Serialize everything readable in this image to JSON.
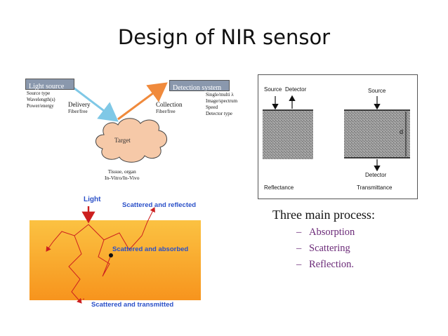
{
  "title": "Design of NIR sensor",
  "system_diagram": {
    "light_source": {
      "label": "Light source",
      "specs": [
        "Source type",
        "Wavelength(s)",
        "Power/energy"
      ]
    },
    "delivery": {
      "label": "Delivery",
      "sub": "Fiber/free"
    },
    "collection": {
      "label": "Collection",
      "sub": "Fiber/free"
    },
    "detection": {
      "label": "Detection system",
      "specs": [
        "Single/multi λ",
        "Image/spectrum",
        "Speed",
        "Detector type"
      ]
    },
    "target": {
      "label": "Target"
    },
    "target_notes": [
      "Tissue, organ",
      "In-Vitro/In-Vivo"
    ],
    "colors": {
      "light_box": "#8a98ad",
      "detect_box": "#8a98ad",
      "delivery_arrow": "#7fc8e6",
      "collection_arrow": "#f08a3c",
      "cloud": "#f6c9a8"
    }
  },
  "geometry_diagram": {
    "reflectance": {
      "source": "Source",
      "detector": "Detector",
      "caption": "Reflectance"
    },
    "transmittance": {
      "source": "Source",
      "detector": "Detector",
      "thickness": "d",
      "caption": "Transmittance"
    }
  },
  "scatter_diagram": {
    "light": "Light",
    "scattered_reflected": "Scattered and reflected",
    "scattered_absorbed": "Scattered and absorbed",
    "scattered_transmitted": "Scattered and transmitted",
    "colors": {
      "gradient_top": "#fbc242",
      "gradient_bottom": "#f7941d",
      "labels": "#2a50c8",
      "path": "#cc1f1f"
    }
  },
  "bullets": {
    "heading": "Three main process:",
    "items": [
      "Absorption",
      "Scattering",
      "Reflection."
    ]
  }
}
